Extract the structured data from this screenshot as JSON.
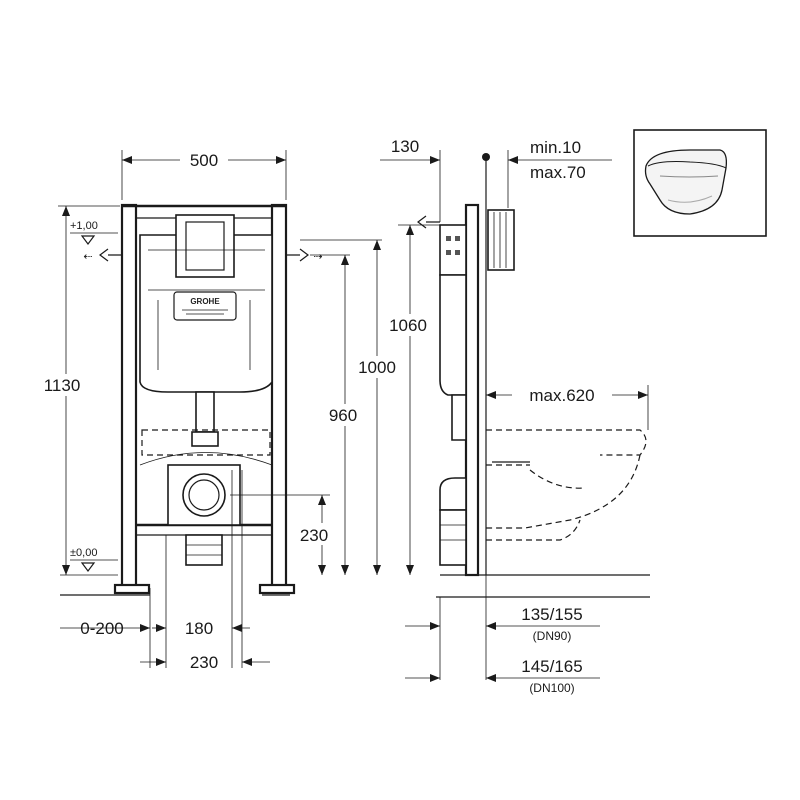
{
  "dimensions": {
    "width_500": "500",
    "height_1130": "1130",
    "height_1060": "1060",
    "height_1000": "1000",
    "height_960": "960",
    "height_230": "230",
    "offset_0_200": "0-200",
    "spacing_180": "180",
    "spacing_230": "230",
    "depth_130": "130",
    "gap_min": "min.10",
    "gap_max": "max.70",
    "bowl_max": "max.620",
    "depth_dn90": "135/155",
    "label_dn90": "(DN90)",
    "depth_dn100": "145/165",
    "label_dn100": "(DN100)"
  },
  "levels": {
    "top_level": "+1,00",
    "floor_level": "±0,00"
  },
  "logo": {
    "text": "GROHE"
  }
}
